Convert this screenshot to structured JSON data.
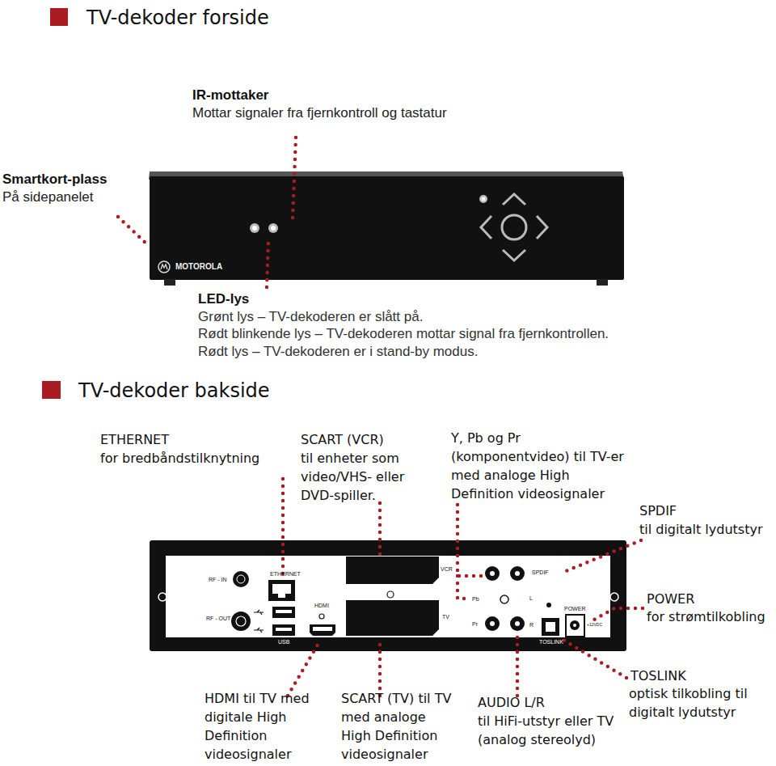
{
  "diagram": {
    "title": "TV-dekoder forside",
    "labels": [
      "IR-mottaker",
      "Mottar signaler fra fjernkontroll og tastatur",
      "Smartkort-plass",
      "På sidepanelet",
      "MOTOROLA",
      "LED-lys",
      "Grønt lys – TV-dekoderen er slått på.",
      "Rødt blinkende lys – TV-dekoderen mottar signal fra fjernkontrollen.",
      "Rødt lys – TV-dekoderen er i stand-by modus.",
      "TV-dekoder bakside",
      "ETHERNET",
      "for bredbåndstilknytning",
      "SCART (VCR)",
      "til enheter som video/VHS- eller DVD-spiller.",
      "Y, Pb og Pr (komponentvideo) til TV-er med analoge High Definition videosignaler",
      "SPDIF",
      "til digitalt lydutstyr",
      "POWER",
      "for strømtilkobling",
      "TOSLINK",
      "optisk tilkobling til digitalt lydutstyr",
      "HDMI til TV med digitale High Definition videosignaler",
      "SCART (TV) til TV med analoge High Definition videosignaler",
      "AUDIO L/R",
      "til HiFi-utstyr eller TV (analog stereolyd)",
      "RF - IN",
      "RF - OUT",
      "ETHERNET",
      "HDMI",
      "USB",
      "VCR",
      "TV",
      "Pb",
      "Pr",
      "L",
      "R",
      "SPDIF",
      "POWER",
      "TOSLINK",
      "+12VDC"
    ]
  }
}
